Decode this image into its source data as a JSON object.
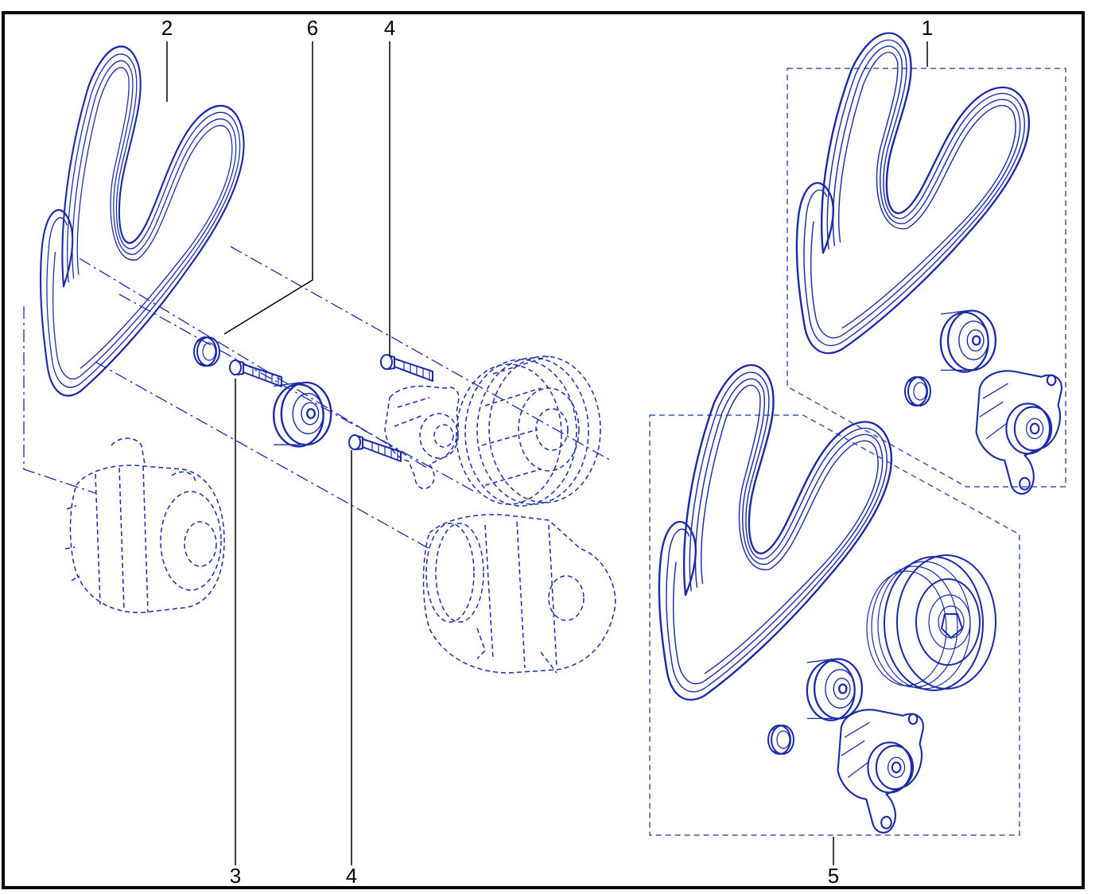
{
  "diagram": {
    "accent_color": "#1a2aa6",
    "callouts": {
      "c1": "1",
      "c2": "2",
      "c3": "3",
      "c4_top": "4",
      "c4_bottom": "4",
      "c5": "5",
      "c6": "6"
    }
  }
}
